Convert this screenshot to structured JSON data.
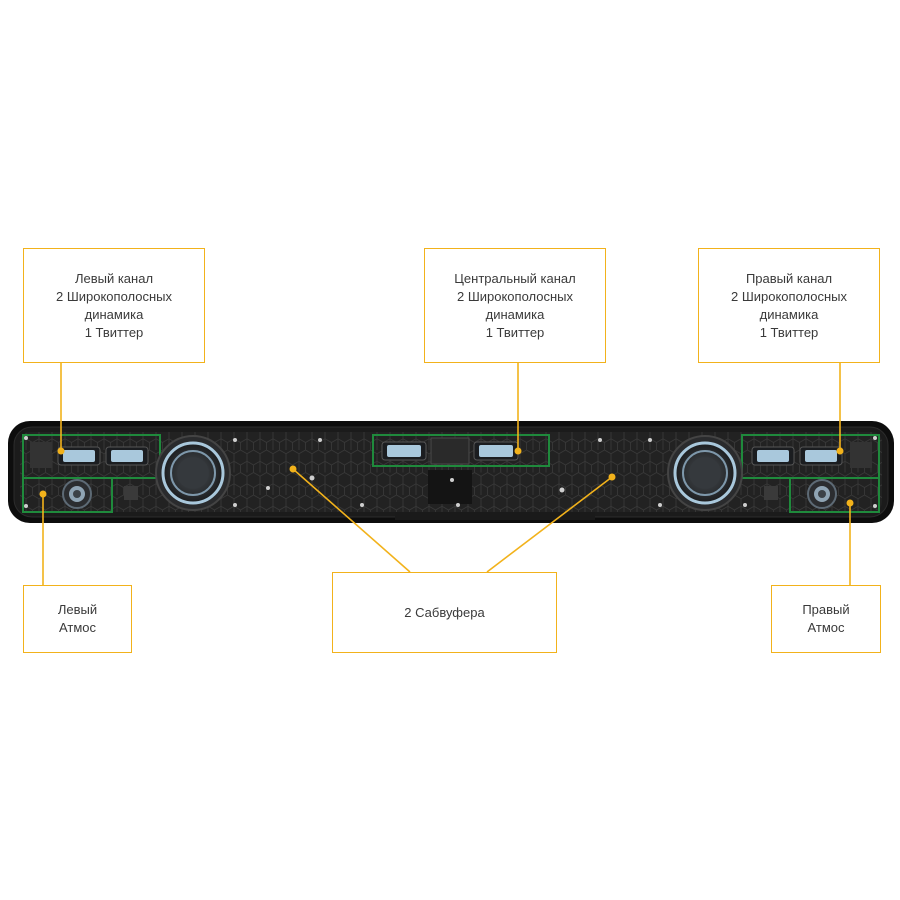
{
  "callouts": {
    "left_channel": {
      "lines": [
        "Левый канал",
        "2 Широкополосных",
        "динамика",
        "1 Твиттер"
      ]
    },
    "center_channel": {
      "lines": [
        "Центральный канал",
        "2 Широкополосных",
        "динамика",
        "1 Твиттер"
      ]
    },
    "right_channel": {
      "lines": [
        "Правый канал",
        "2 Широкополосных",
        "динамика",
        "1 Твиттер"
      ]
    },
    "left_atmos": {
      "lines": [
        "Левый",
        "Атмос"
      ]
    },
    "subwoofers": {
      "lines": [
        "2 Сабвуфера"
      ]
    },
    "right_atmos": {
      "lines": [
        "Правый",
        "Атмос"
      ]
    }
  },
  "colors": {
    "accent": "#f2b21b",
    "enclosure": "#141414",
    "board": "#232323",
    "trace": "#1f8a3c",
    "driver_blue": "#a9c8dc",
    "text": "#3a3a3a"
  }
}
